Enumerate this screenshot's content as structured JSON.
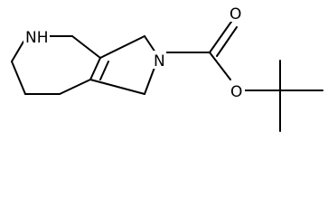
{
  "molecule": {
    "atoms": {
      "nh": "NH",
      "n_pyrrole": "N",
      "o_carbonyl": "O",
      "o_ester": "O"
    }
  }
}
